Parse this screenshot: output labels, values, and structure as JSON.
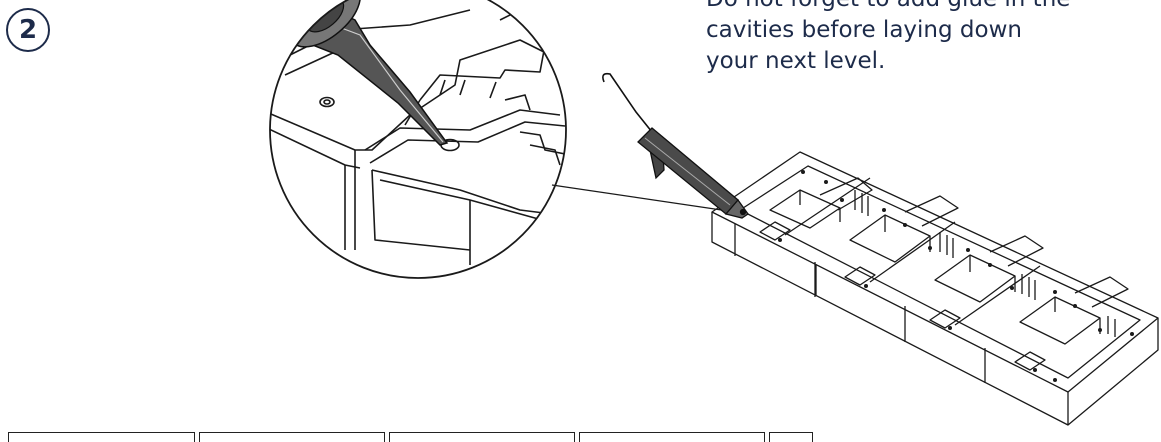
{
  "step": {
    "number": "2"
  },
  "instruction": {
    "lines": [
      "Do not forget to add glue in the",
      "cavities before laying down",
      "your next level."
    ]
  },
  "colors": {
    "text": "#1d2b4a",
    "line": "#1a1a1a"
  },
  "icons": [
    "glue-gun-icon",
    "nozzle-icon"
  ]
}
